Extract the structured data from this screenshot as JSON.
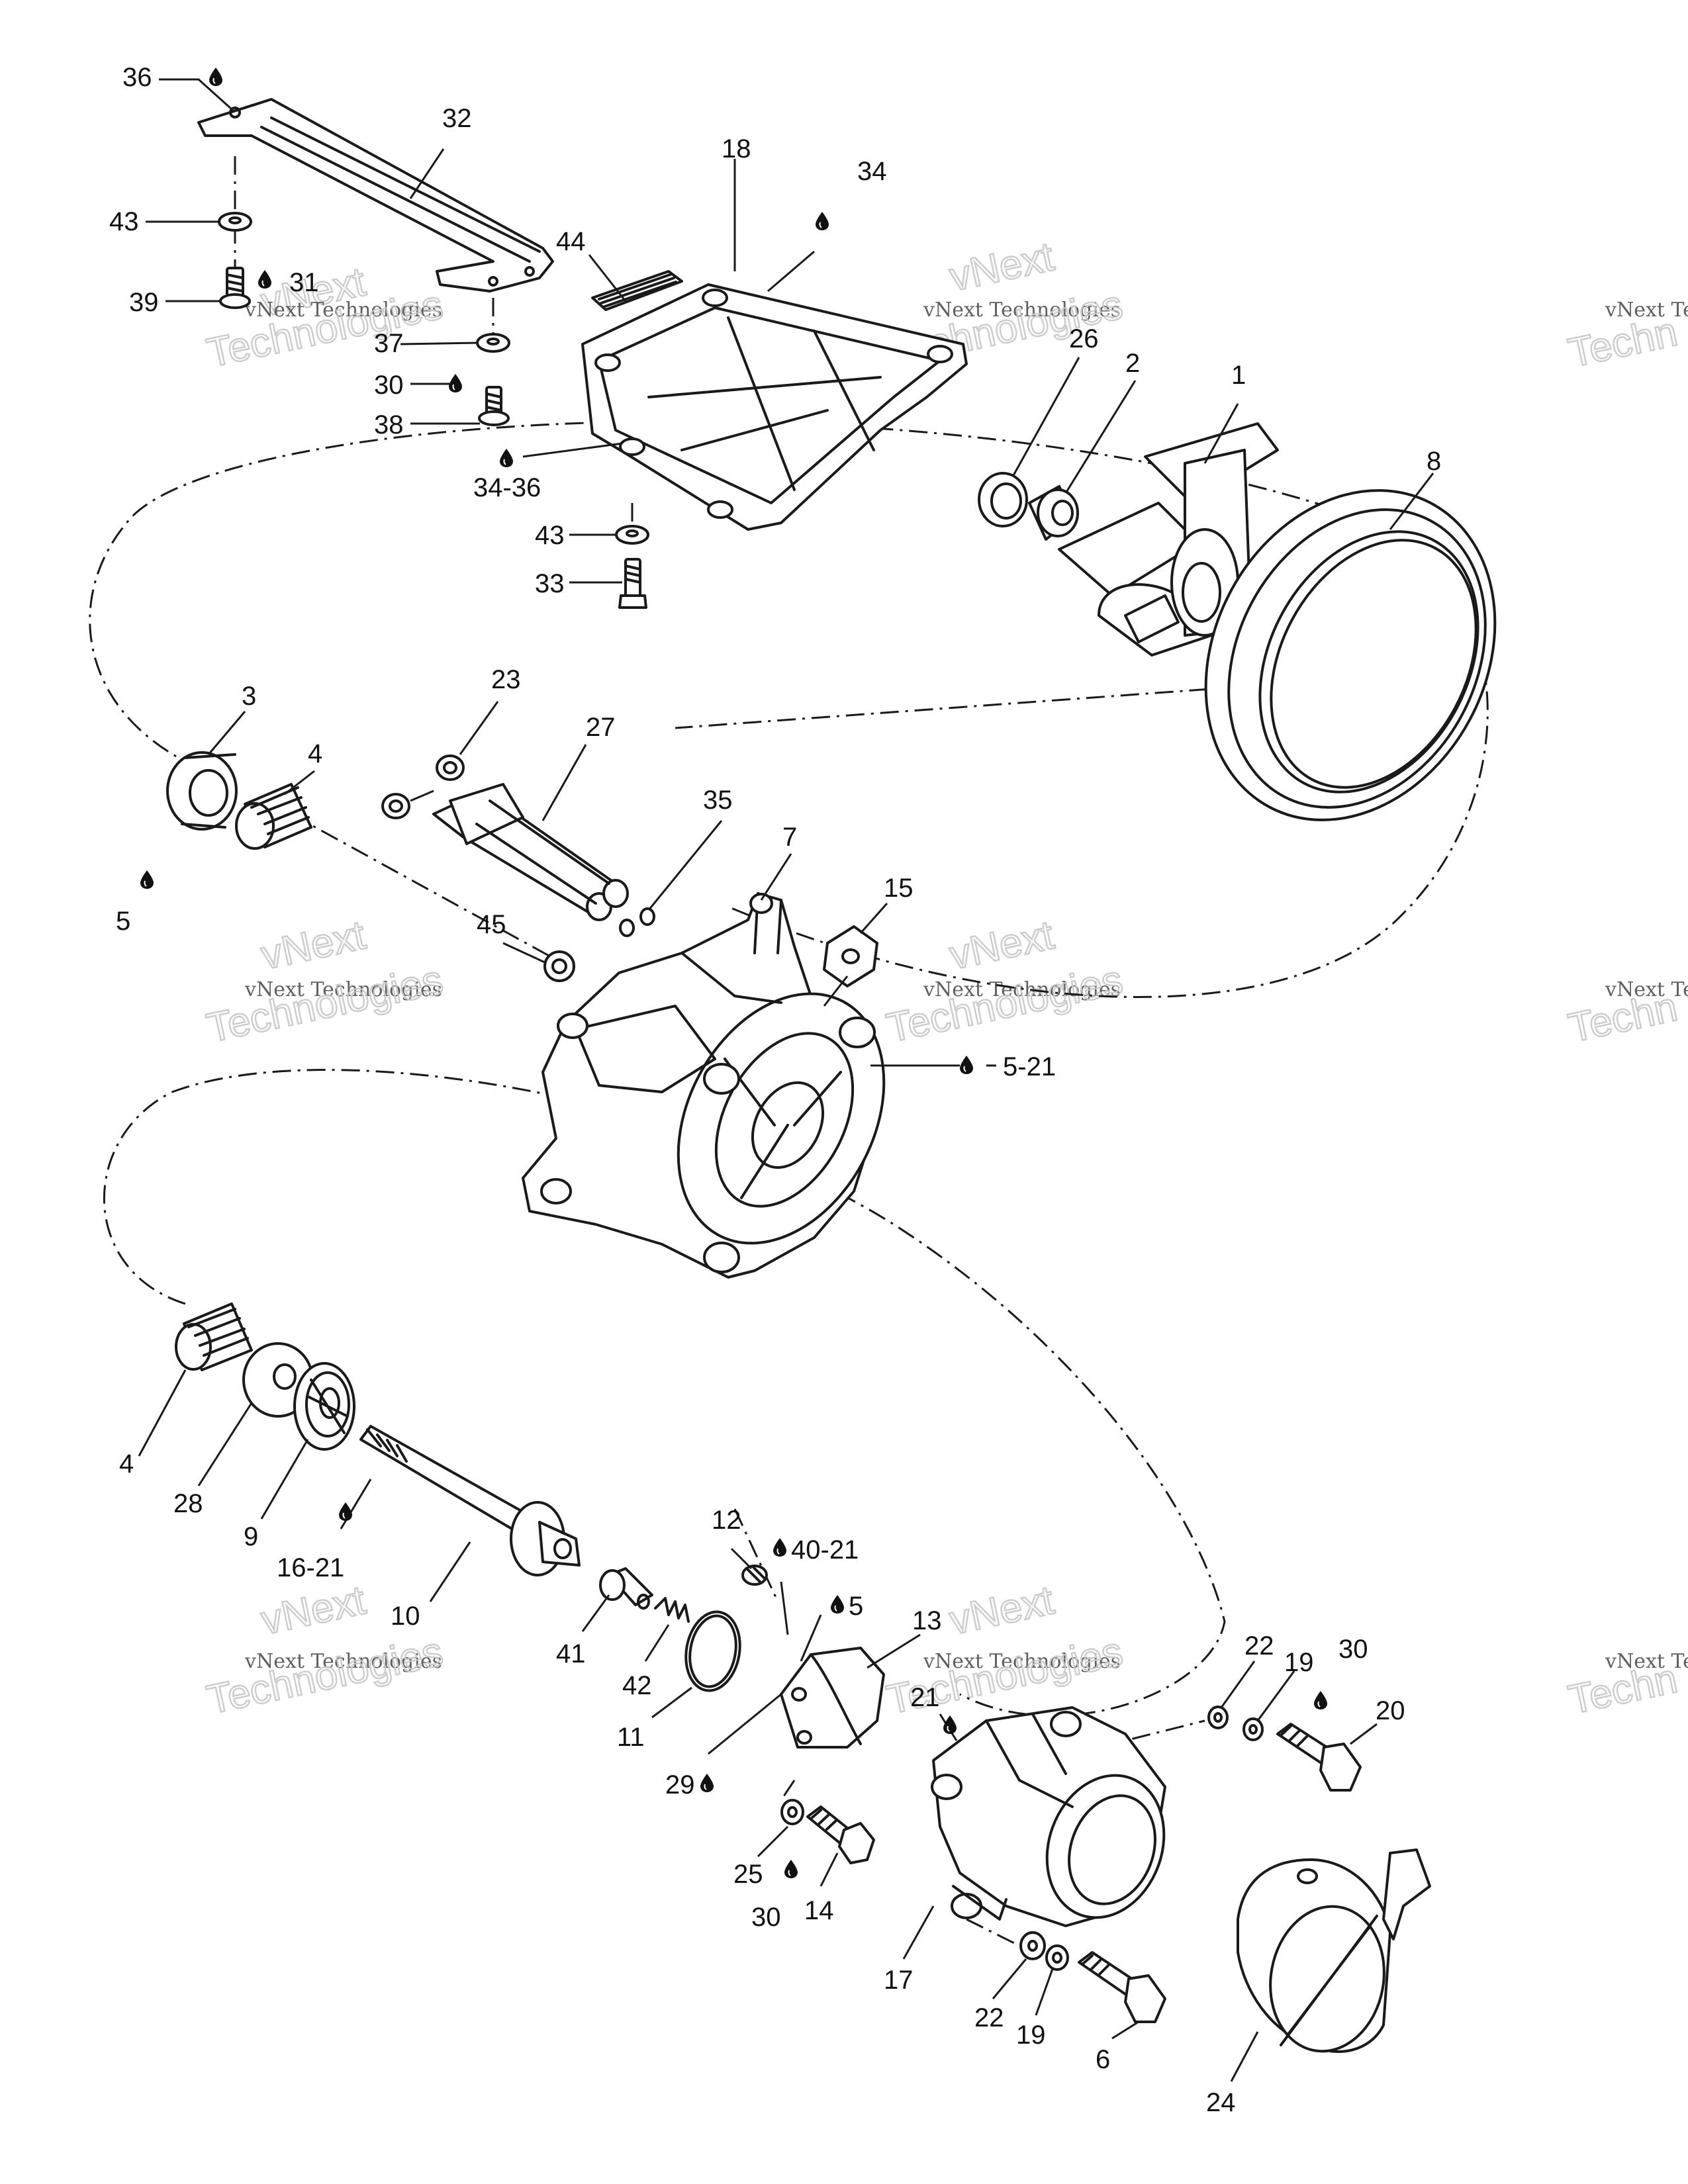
{
  "watermark": {
    "line1": "vNext",
    "line2": "vNext Technologies",
    "line3": "Technologies",
    "edge_line2": "vNext Te",
    "edge_line3": "Techn"
  },
  "callouts": [
    {
      "id": "c36",
      "text": "36"
    },
    {
      "id": "c32",
      "text": "32"
    },
    {
      "id": "c18",
      "text": "18"
    },
    {
      "id": "c34",
      "text": "34"
    },
    {
      "id": "c43a",
      "text": "43"
    },
    {
      "id": "c44",
      "text": "44"
    },
    {
      "id": "c31",
      "text": "31"
    },
    {
      "id": "c39",
      "text": "39"
    },
    {
      "id": "c37",
      "text": "37"
    },
    {
      "id": "c30a",
      "text": "30"
    },
    {
      "id": "c38",
      "text": "38"
    },
    {
      "id": "c3436",
      "text": "34-36"
    },
    {
      "id": "c43b",
      "text": "43"
    },
    {
      "id": "c33",
      "text": "33"
    },
    {
      "id": "c26",
      "text": "26"
    },
    {
      "id": "c2",
      "text": "2"
    },
    {
      "id": "c1",
      "text": "1"
    },
    {
      "id": "c8",
      "text": "8"
    },
    {
      "id": "c3",
      "text": "3"
    },
    {
      "id": "c4a",
      "text": "4"
    },
    {
      "id": "c5a",
      "text": "5"
    },
    {
      "id": "c23",
      "text": "23"
    },
    {
      "id": "c27",
      "text": "27"
    },
    {
      "id": "c35",
      "text": "35"
    },
    {
      "id": "c7",
      "text": "7"
    },
    {
      "id": "c15",
      "text": "15"
    },
    {
      "id": "c45",
      "text": "45"
    },
    {
      "id": "c521",
      "text": "5-21"
    },
    {
      "id": "c4b",
      "text": "4"
    },
    {
      "id": "c28",
      "text": "28"
    },
    {
      "id": "c9",
      "text": "9"
    },
    {
      "id": "c1621",
      "text": "16-21"
    },
    {
      "id": "c10",
      "text": "10"
    },
    {
      "id": "c12",
      "text": "12"
    },
    {
      "id": "c4021",
      "text": "40-21"
    },
    {
      "id": "c5b",
      "text": "5"
    },
    {
      "id": "c13",
      "text": "13"
    },
    {
      "id": "c41",
      "text": "41"
    },
    {
      "id": "c42",
      "text": "42"
    },
    {
      "id": "c11",
      "text": "11"
    },
    {
      "id": "c29",
      "text": "29"
    },
    {
      "id": "c21",
      "text": "21"
    },
    {
      "id": "c22a",
      "text": "22"
    },
    {
      "id": "c19a",
      "text": "19"
    },
    {
      "id": "c30b",
      "text": "30"
    },
    {
      "id": "c20",
      "text": "20"
    },
    {
      "id": "c25",
      "text": "25"
    },
    {
      "id": "c14",
      "text": "14"
    },
    {
      "id": "c30c",
      "text": "30"
    },
    {
      "id": "c17",
      "text": "17"
    },
    {
      "id": "c22b",
      "text": "22"
    },
    {
      "id": "c19b",
      "text": "19"
    },
    {
      "id": "c6",
      "text": "6"
    },
    {
      "id": "c24",
      "text": "24"
    }
  ]
}
